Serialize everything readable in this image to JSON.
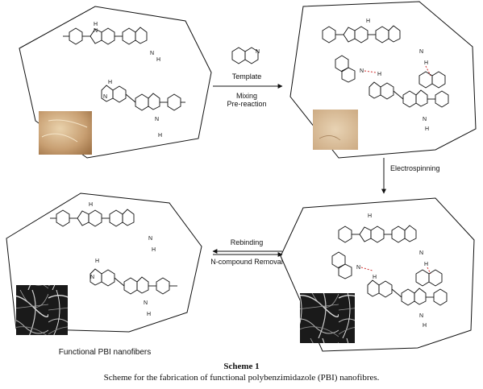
{
  "steps": {
    "template_label": "Template",
    "mixing_label": "Mixing",
    "prereaction_label": "Pre-reaction",
    "electrospinning_label": "Electrospinning",
    "rebinding_label": "Rebinding",
    "removal_label": "N-compound Removal"
  },
  "atoms": {
    "nh_h": "H",
    "n": "N",
    "h": "H"
  },
  "result_label": "Functional PBI nanofibers",
  "caption": {
    "title": "Scheme 1",
    "text": "Scheme for the fabrication of functional polybenzimidazole (PBI) nanofibres."
  },
  "colors": {
    "hbond": "#d03030",
    "line": "#111111"
  },
  "icons": {
    "template_molecule": "quinoline-structure-icon",
    "arrow": "reaction-arrow-icon"
  }
}
